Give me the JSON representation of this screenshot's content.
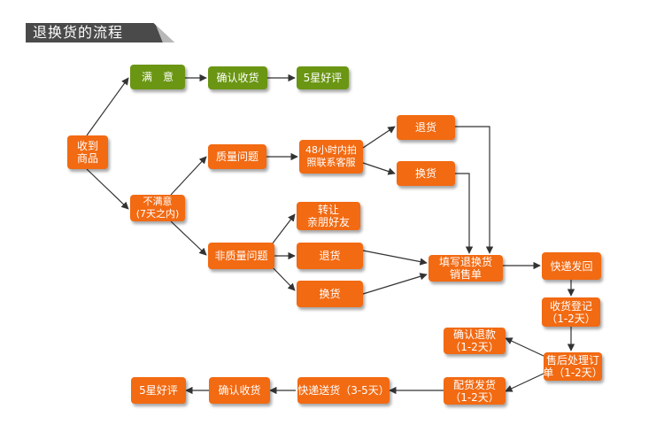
{
  "title": "退换货的流程",
  "colors": {
    "orange": "#f26a12",
    "green": "#6a9613",
    "arrow": "#333333"
  },
  "nodes": {
    "receive": "收到\n商品",
    "satisfied": "满　意",
    "confirm_receipt_top": "确认收货",
    "five_star_top": "5星好评",
    "unsatisfied": "不满意\n(7天之内)",
    "quality_issue": "质量问题",
    "photo_contact": "48小时内拍\n照联系客服",
    "return_top": "退货",
    "exchange_top": "换货",
    "transfer": "转让\n亲朋好友",
    "non_quality_issue": "非质量问题",
    "return_mid": "退货",
    "exchange_mid": "换货",
    "fill_form": "填写退换货\n销售单",
    "express_return": "快递发回",
    "register": "收货登记\n（1-2天）",
    "process_order": "售后处理订\n单（1-2天）",
    "confirm_refund": "确认退款\n（1-2天）",
    "ship_goods": "配货发货\n（1-2天）",
    "express_delivery": "快递送货（3-5天）",
    "confirm_receipt_bottom": "确认收货",
    "five_star_bottom": "5星好评"
  }
}
